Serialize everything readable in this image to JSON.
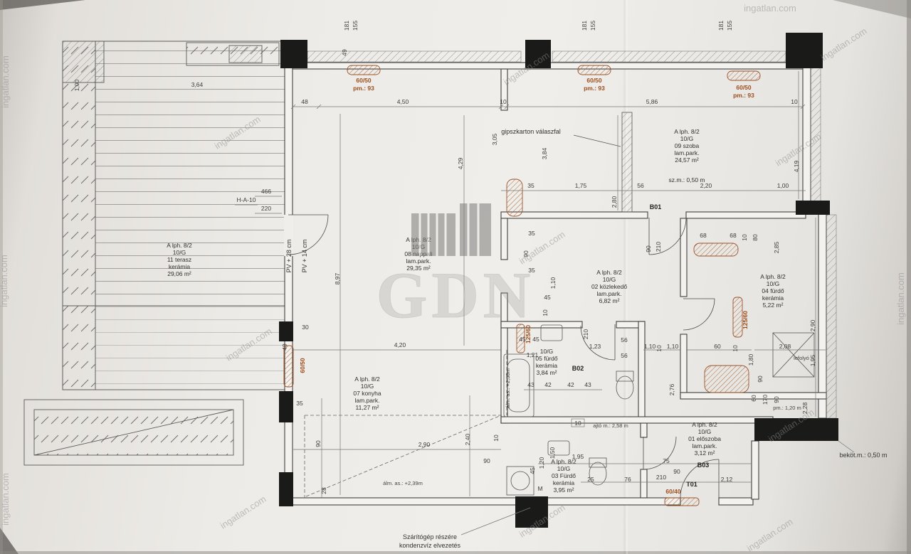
{
  "brand": {
    "watermark": "ingatlan.com",
    "logo": "GDN"
  },
  "rooms": {
    "terasz": {
      "a": "A lph. 8/2",
      "b": "10/G",
      "c": "11 terasz",
      "d": "kerámia",
      "e": "29,06 m²"
    },
    "nappali": {
      "a": "A lph. 8/2",
      "b": "10/G",
      "c": "08 nappali",
      "d": "lam.park.",
      "e": "29,35 m²"
    },
    "szoba": {
      "a": "A lph. 8/2",
      "b": "10/G",
      "c": "09 szoba",
      "d": "lam.park.",
      "e": "24,57 m²",
      "f": "sz.m.: 0,50 m"
    },
    "kozlekedo": {
      "a": "A lph. 8/2",
      "b": "10/G",
      "c": "02 közlekedő",
      "d": "lam.park.",
      "e": "6,82 m²"
    },
    "furdo04": {
      "a": "A lph. 8/2",
      "b": "10/G",
      "c": "04 fürdő",
      "d": "kerámia",
      "e": "5,22 m²"
    },
    "furdo05": {
      "b": "10/G",
      "c": "05 fürdő",
      "d": "kerámia",
      "e": "3,84 m²"
    },
    "konyha": {
      "a": "A lph. 8/2",
      "b": "10/G",
      "c": "07 konyha",
      "d": "lam.park.",
      "e": "11,27 m²"
    },
    "eloszoba": {
      "a": "A lph. 8/2",
      "b": "10/G",
      "c": "01 előszoba",
      "d": "lam.park.",
      "e": "3,12 m²"
    },
    "furdo03": {
      "a": "A lph. 8/2",
      "b": "10/G",
      "c": "03 Fürdő",
      "d": "kerámia",
      "e": "3,95 m²"
    }
  },
  "doors": {
    "b01": "B01",
    "b02": "B02",
    "b03": "B03",
    "t01": "T01"
  },
  "radiators": {
    "r1": "60/50",
    "r1pm": "pm.: 93",
    "r2": "60/50",
    "r2pm": "pm.: 93",
    "r3": "60/50",
    "r3pm": "pm.: 93",
    "r4": "60/50",
    "r5": "125/60",
    "r6": "125/60",
    "r7": "60/40"
  },
  "notes": {
    "gipszkarton": "gipszkarton válaszfal",
    "szarito1": "Szárítógép részére",
    "szarito2": "kondenzvíz elvezetés",
    "bekot": "beköt.m.: 0,50 m",
    "lefolyo": "lefolyó",
    "pv28": "PV + 28 cm",
    "pv14": "PV + 14 cm",
    "ha10": "H-A-10",
    "alm238": "álm. as.: +2,38m",
    "alm239": "álm. as.: +2,39m",
    "ajto": "ajtó m.: 2,58 m",
    "pm120": "pm.: 1,20 m",
    "m": "M"
  },
  "dims": {
    "t181a": "181",
    "t155a": "155",
    "t181b": "181",
    "t155b": "155",
    "t181c": "181",
    "t155c": "155",
    "t49": "49",
    "l100": "1,00",
    "l364": "3,64",
    "r48": "48",
    "r450": "4,50",
    "r10a": "10",
    "r586": "5,86",
    "r10b": "10",
    "v305": "3,05",
    "v429": "4,29",
    "v384": "3,84",
    "v280": "2,80",
    "v419": "4,19",
    "ter466": "466",
    "ter220": "220",
    "m35": "35",
    "m175": "1,75",
    "m56": "56",
    "m220": "2,20",
    "m100": "1,00",
    "b90": "90",
    "b210": "210",
    "b68a": "68",
    "b68b": "68",
    "b10": "10",
    "b80": "80",
    "b285": "2,85",
    "v897": "8,97",
    "c35a": "35",
    "c90": "90",
    "c35b": "35",
    "c110": "1,10",
    "c45": "45",
    "c10": "10",
    "w30": "30",
    "w49": "49",
    "m420": "4,20",
    "ba45a": "45",
    "ba45b": "45",
    "ba121": "1,21",
    "ba123": "1,23",
    "ba56a": "56",
    "ba56b": "56",
    "ba110a": "1,10",
    "ba10a": "10",
    "ba110b": "1,10",
    "ba60": "60",
    "ba10b": "10",
    "ba208": "2,08",
    "rv290": "2,90",
    "rv195": "1,95",
    "rv180": "1,80",
    "rv90a": "90",
    "rv60": "60",
    "rv170": "170",
    "rv90b": "90",
    "rv228": "2,28",
    "d210": "210",
    "v276": "2,76",
    "k43a": "43",
    "k42a": "42",
    "k42b": "42",
    "k43b": "43",
    "k35": "35",
    "k90": "90",
    "bt290": "2,90",
    "bt240": "2,40",
    "bt90": "90",
    "bt10": "10",
    "bt28": "28",
    "e10": "10",
    "e150": "1,50",
    "e120": "1,20",
    "e45": "45",
    "e195": "1,95",
    "e75": "75",
    "e25": "25",
    "e76": "76",
    "e210": "210",
    "e90": "90",
    "e212": "2,12"
  }
}
